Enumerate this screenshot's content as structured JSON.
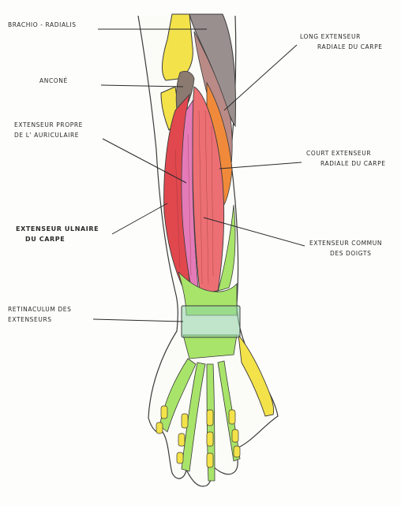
{
  "labels": {
    "brachio_radialis": "BRACHIO - RADIALIS",
    "ancone": "ANCONÉ",
    "extenseur_propre_l1": "EXTENSEUR PROPRE",
    "extenseur_propre_l2": "DE L' AURICULAIRE",
    "extenseur_ulnaire_l1": "EXTENSEUR ULNAIRE",
    "extenseur_ulnaire_l2": "DU CARPE",
    "retinaculum_l1": "RETINACULUM DES",
    "retinaculum_l2": "EXTENSEURS",
    "long_extenseur_l1": "LONG EXTENSEUR",
    "long_extenseur_l2": "RADIALE DU CARPE",
    "court_extenseur_l1": "COURT EXTENSEUR",
    "court_extenseur_l2": "RADIALE DU CARPE",
    "extenseur_commun_l1": "EXTENSEUR COMMUN",
    "extenseur_commun_l2": "DES DOIGTS"
  },
  "colors": {
    "bone": "#f3e24a",
    "brachioradialis": "#9a8f8f",
    "long_ext_radial": "#b98a86",
    "court_ext_radial": "#f08a3a",
    "ext_commun": "#ec6f74",
    "ext_ulnaire": "#e0484e",
    "ext_propre": "#e57ab8",
    "ancone": "#8a7a70",
    "tendons": "#a8e46a",
    "retinaculum": "#8fd4a8",
    "outline": "#3b3b3b"
  }
}
